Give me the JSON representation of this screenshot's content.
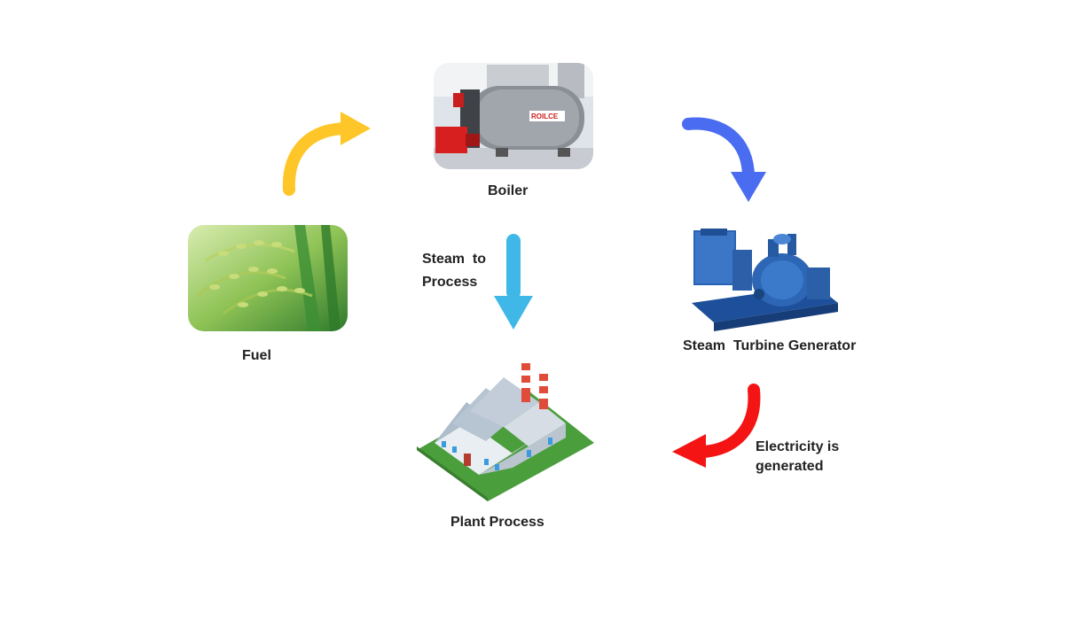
{
  "nodes": {
    "boiler": {
      "label": "Boiler",
      "image_text": "ROILCE"
    },
    "fuel": {
      "label": "Fuel"
    },
    "turbine": {
      "label": "Steam  Turbine Generator"
    },
    "plant": {
      "label": "Plant Process"
    }
  },
  "edges": {
    "fuel_to_boiler": {
      "color": "#FFC629"
    },
    "boiler_to_turbine": {
      "color": "#4A6CF0"
    },
    "steam_to_process": {
      "line1": "Steam  to",
      "line2": "Process",
      "color": "#3FB8E8"
    },
    "electricity": {
      "line1": "Electricity is",
      "line2": "generated",
      "color": "#F41414"
    }
  }
}
